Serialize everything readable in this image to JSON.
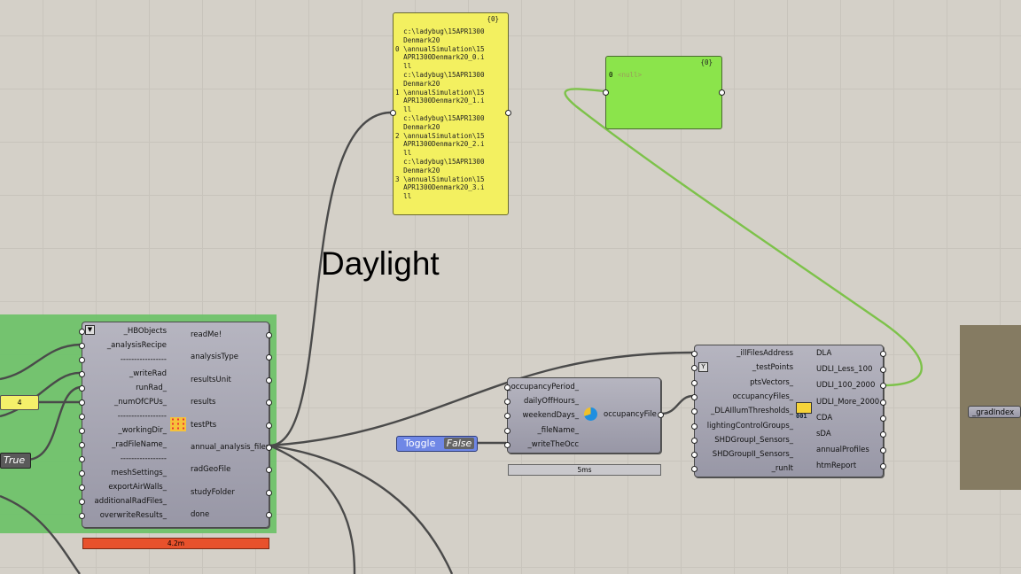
{
  "canvas": {
    "group_title": "Daylight"
  },
  "yellow_panel": {
    "count": "{0}",
    "lines": "  c:\\ladybug\\15APR1300\n  Denmark20\n0 \\annualSimulation\\15\n  APR1300Denmark20_0.i\n  ll\n  c:\\ladybug\\15APR1300\n  Denmark20\n1 \\annualSimulation\\15\n  APR1300Denmark20_1.i\n  ll\n  c:\\ladybug\\15APR1300\n  Denmark20\n2 \\annualSimulation\\15\n  APR1300Denmark20_2.i\n  ll\n  c:\\ladybug\\15APR1300\n  Denmark20\n3 \\annualSimulation\\15\n  APR1300Denmark20_3.i\n  ll"
  },
  "green_panel": {
    "count": "{0}",
    "index": "0",
    "value": "<null>"
  },
  "honeybee_component": {
    "inputs": [
      "_HBObjects",
      "_analysisRecipe",
      "-----------------",
      "_writeRad",
      "runRad_",
      "_numOfCPUs_",
      "------------------",
      "_workingDir_",
      "_radFileName_",
      "-----------------",
      "meshSettings_",
      "exportAirWalls_",
      "additionalRadFiles_",
      "overwriteResults_"
    ],
    "outputs": [
      "readMe!",
      "analysisType",
      "resultsUnit",
      "results",
      "testPts",
      "annual_analysis_files",
      "radGeoFile",
      "studyFolder",
      "done"
    ],
    "timer": "4.2m"
  },
  "occupancy_component": {
    "inputs": [
      "_occupancyPeriod_",
      "dailyOffHours_",
      "weekendDays_",
      "_fileName_",
      "_writeTheOcc"
    ],
    "output": "occupancyFile",
    "timer": "5ms"
  },
  "daylight_component": {
    "inputs": [
      "_illFilesAddress",
      "_testPoints",
      "ptsVectors_",
      "occupancyFiles_",
      "_DLAIllumThresholds_",
      "lightingControlGroups_",
      "SHDGroupI_Sensors_",
      "SHDGroupII_Sensors_",
      "_runIt"
    ],
    "outputs": [
      "DLA",
      "UDLI_Less_100",
      "UDLI_100_2000",
      "UDLI_More_2000",
      "CDA",
      "sDA",
      "annualProfiles",
      "htmReport"
    ],
    "icon_text": "001"
  },
  "toggle": {
    "label": "Toggle",
    "value": "False"
  },
  "boolean_true": {
    "value": "True"
  },
  "number_slider": {
    "value": "4"
  },
  "grad_component": {
    "label": "_gradIndex"
  },
  "colors": {
    "canvas": "#d4d0c8",
    "group_green": "#6fc26a",
    "panel_yellow": "#f3f060",
    "panel_green": "#8be44b",
    "component": "#a8a7b4",
    "toggle": "#6f87e6",
    "timer_red": "#e8512c"
  }
}
